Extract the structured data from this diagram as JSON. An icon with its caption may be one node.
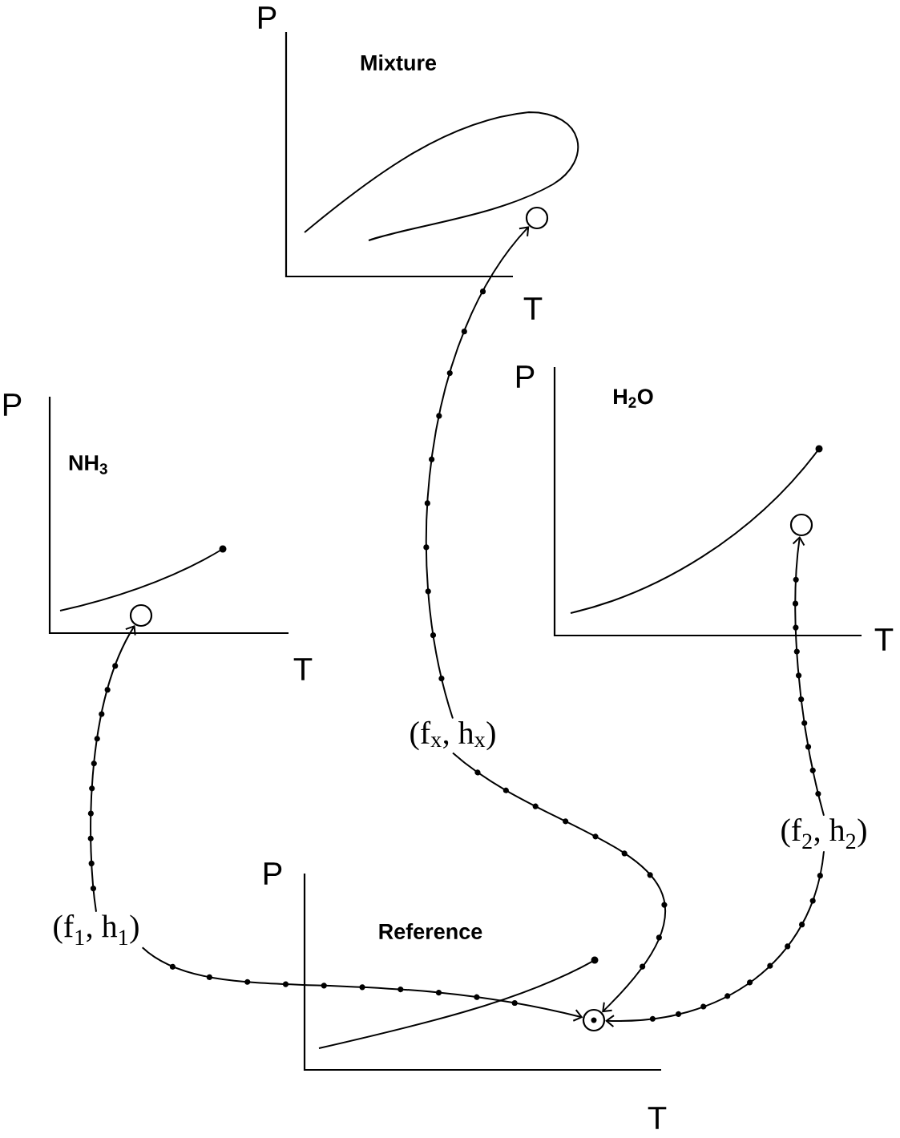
{
  "diagram": {
    "nodes": [
      {
        "text": [
          "(f$_{1}$, h$_{1}$)"
        ]
      },
      {
        "text": [
          "(f$_{x}$, h$_{x}$)"
        ]
      },
      {
        "text": [
          "(f$_{2}$, h$_{2}$)"
        ]
      },
      {
        "text": [],
        "shape": "circle"
      },
      {
        "text": [],
        "shape": "circle"
      },
      {
        "text": [],
        "shape": "circle"
      },
      {
        "text": [],
        "shape": "circle"
      }
    ],
    "edges": [
      {
        "from": 0,
        "to": 4,
        "arrow": "to"
      },
      {
        "from": 0,
        "to": 3,
        "arrow": "to"
      },
      {
        "from": 1,
        "to": 5,
        "arrow": "to"
      },
      {
        "from": 1,
        "to": 3,
        "arrow": "to"
      },
      {
        "from": 2,
        "to": 6,
        "arrow": "to"
      },
      {
        "from": 2,
        "to": 3,
        "arrow": "to"
      }
    ],
    "labels": [
      "P",
      "Mixture",
      "T",
      "P",
      "H$_{2}$O",
      "P",
      "NH$_{3}$",
      "T",
      "T",
      "P",
      "Reference",
      "T"
    ]
  }
}
